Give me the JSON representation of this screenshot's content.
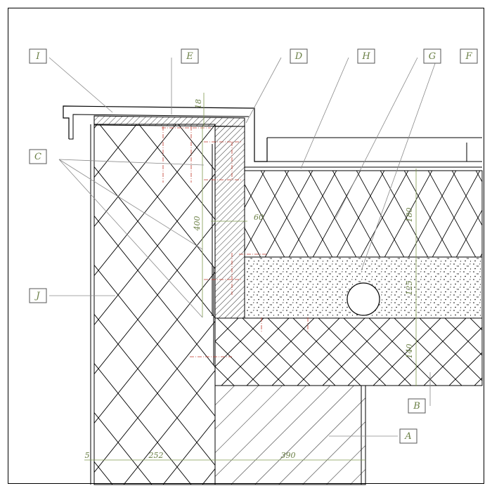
{
  "labels": {
    "I": "I",
    "E": "E",
    "D": "D",
    "H": "H",
    "G": "G",
    "F": "F",
    "C": "C",
    "J": "J",
    "B": "B",
    "A": "A"
  },
  "dimensions": {
    "d18": "18",
    "d400": "400",
    "d60": "60",
    "d180": "180",
    "d125": "125",
    "d140": "140",
    "d5": "5",
    "d252": "252",
    "d390": "390"
  }
}
